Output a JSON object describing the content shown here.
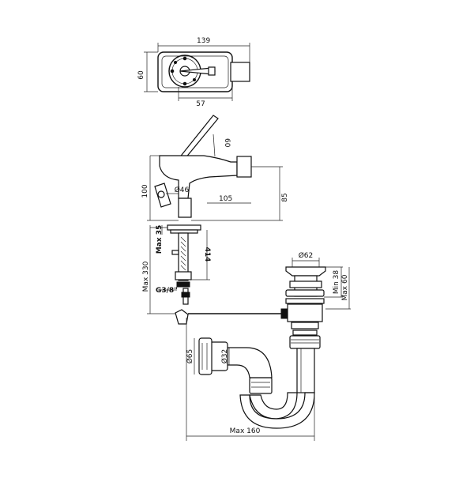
{
  "dimensions": {
    "top_width": "139",
    "top_height": "60",
    "top_hole_offset": "57",
    "spout_reach": "60",
    "body_height": "100",
    "outlet_height": "85",
    "outlet_diameter": "Ø46",
    "outlet_reach": "105",
    "max_deck": "Max 35",
    "shank_length": "414",
    "max_total": "Max 330",
    "thread": "G3/8\"",
    "plug_diameter": "Ø62",
    "plug_min": "Min 38",
    "plug_max": "Max 60",
    "trap_flange": "Ø65",
    "trap_pipe": "Ø32",
    "trap_max": "Max 160"
  }
}
